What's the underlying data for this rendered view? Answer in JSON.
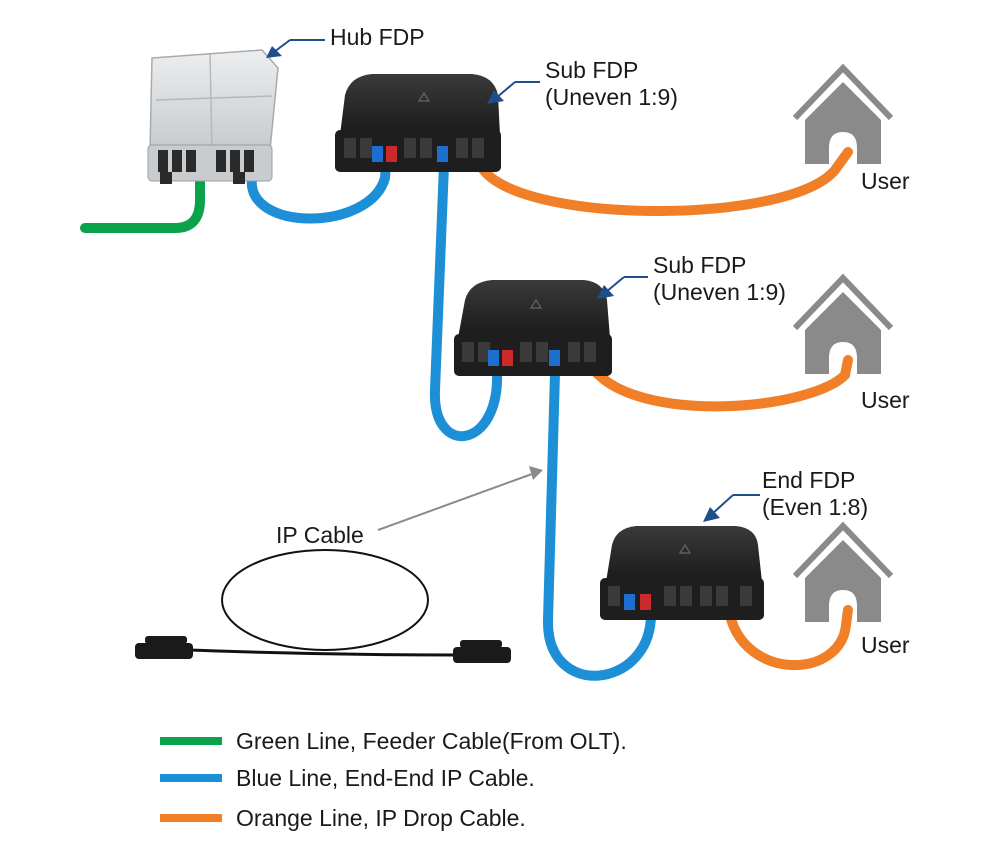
{
  "labels": {
    "hub_fdp": "Hub FDP",
    "sub_fdp_1_line1": "Sub FDP",
    "sub_fdp_1_line2": "(Uneven 1:9)",
    "sub_fdp_2_line1": "Sub FDP",
    "sub_fdp_2_line2": "(Uneven 1:9)",
    "end_fdp_line1": "End FDP",
    "end_fdp_line2": "(Even 1:8)",
    "ip_cable": "IP Cable",
    "user_1": "User",
    "user_2": "User",
    "user_3": "User"
  },
  "legend": [
    {
      "color": "#0aa24a",
      "text": "Green Line, Feeder Cable(From OLT)."
    },
    {
      "color": "#1d8fd6",
      "text": "Blue Line, End-End IP Cable."
    },
    {
      "color": "#f07f28",
      "text": "Orange Line, IP Drop Cable."
    }
  ],
  "colors": {
    "feeder": "#0aa24a",
    "ip_cable": "#1d8fd6",
    "drop": "#f07f28",
    "pointer": "#1f4e8c",
    "house": "#8a8a8a",
    "fdp_body": "#2b2b2b",
    "hub_body": "#d9dcdf"
  }
}
